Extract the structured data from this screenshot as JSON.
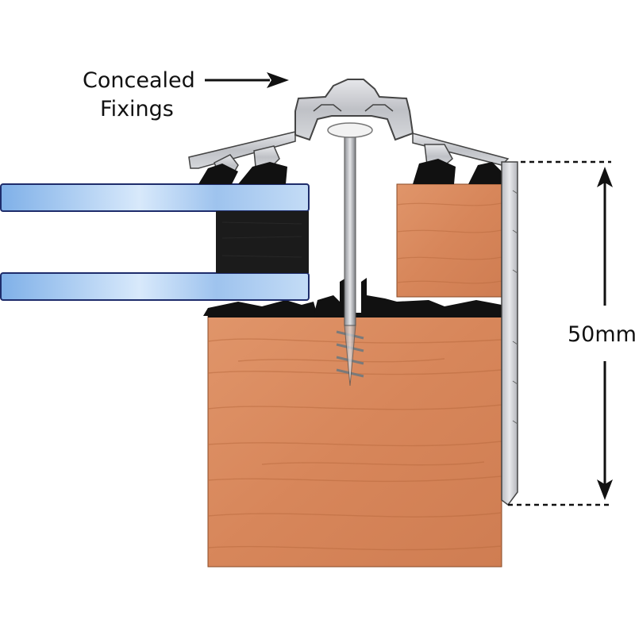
{
  "labels": {
    "concealed_line1": "Concealed",
    "concealed_line2": "Fixings",
    "dimension": "50mm"
  },
  "colors": {
    "timber": "#d98a5e",
    "timber_grain": "#b8673c",
    "glass": "#a9c9ef",
    "glass_edge": "#1e2c6b",
    "aluminium": "#c9cbd0",
    "gasket": "#111111",
    "foam": "#1b1b1b"
  }
}
